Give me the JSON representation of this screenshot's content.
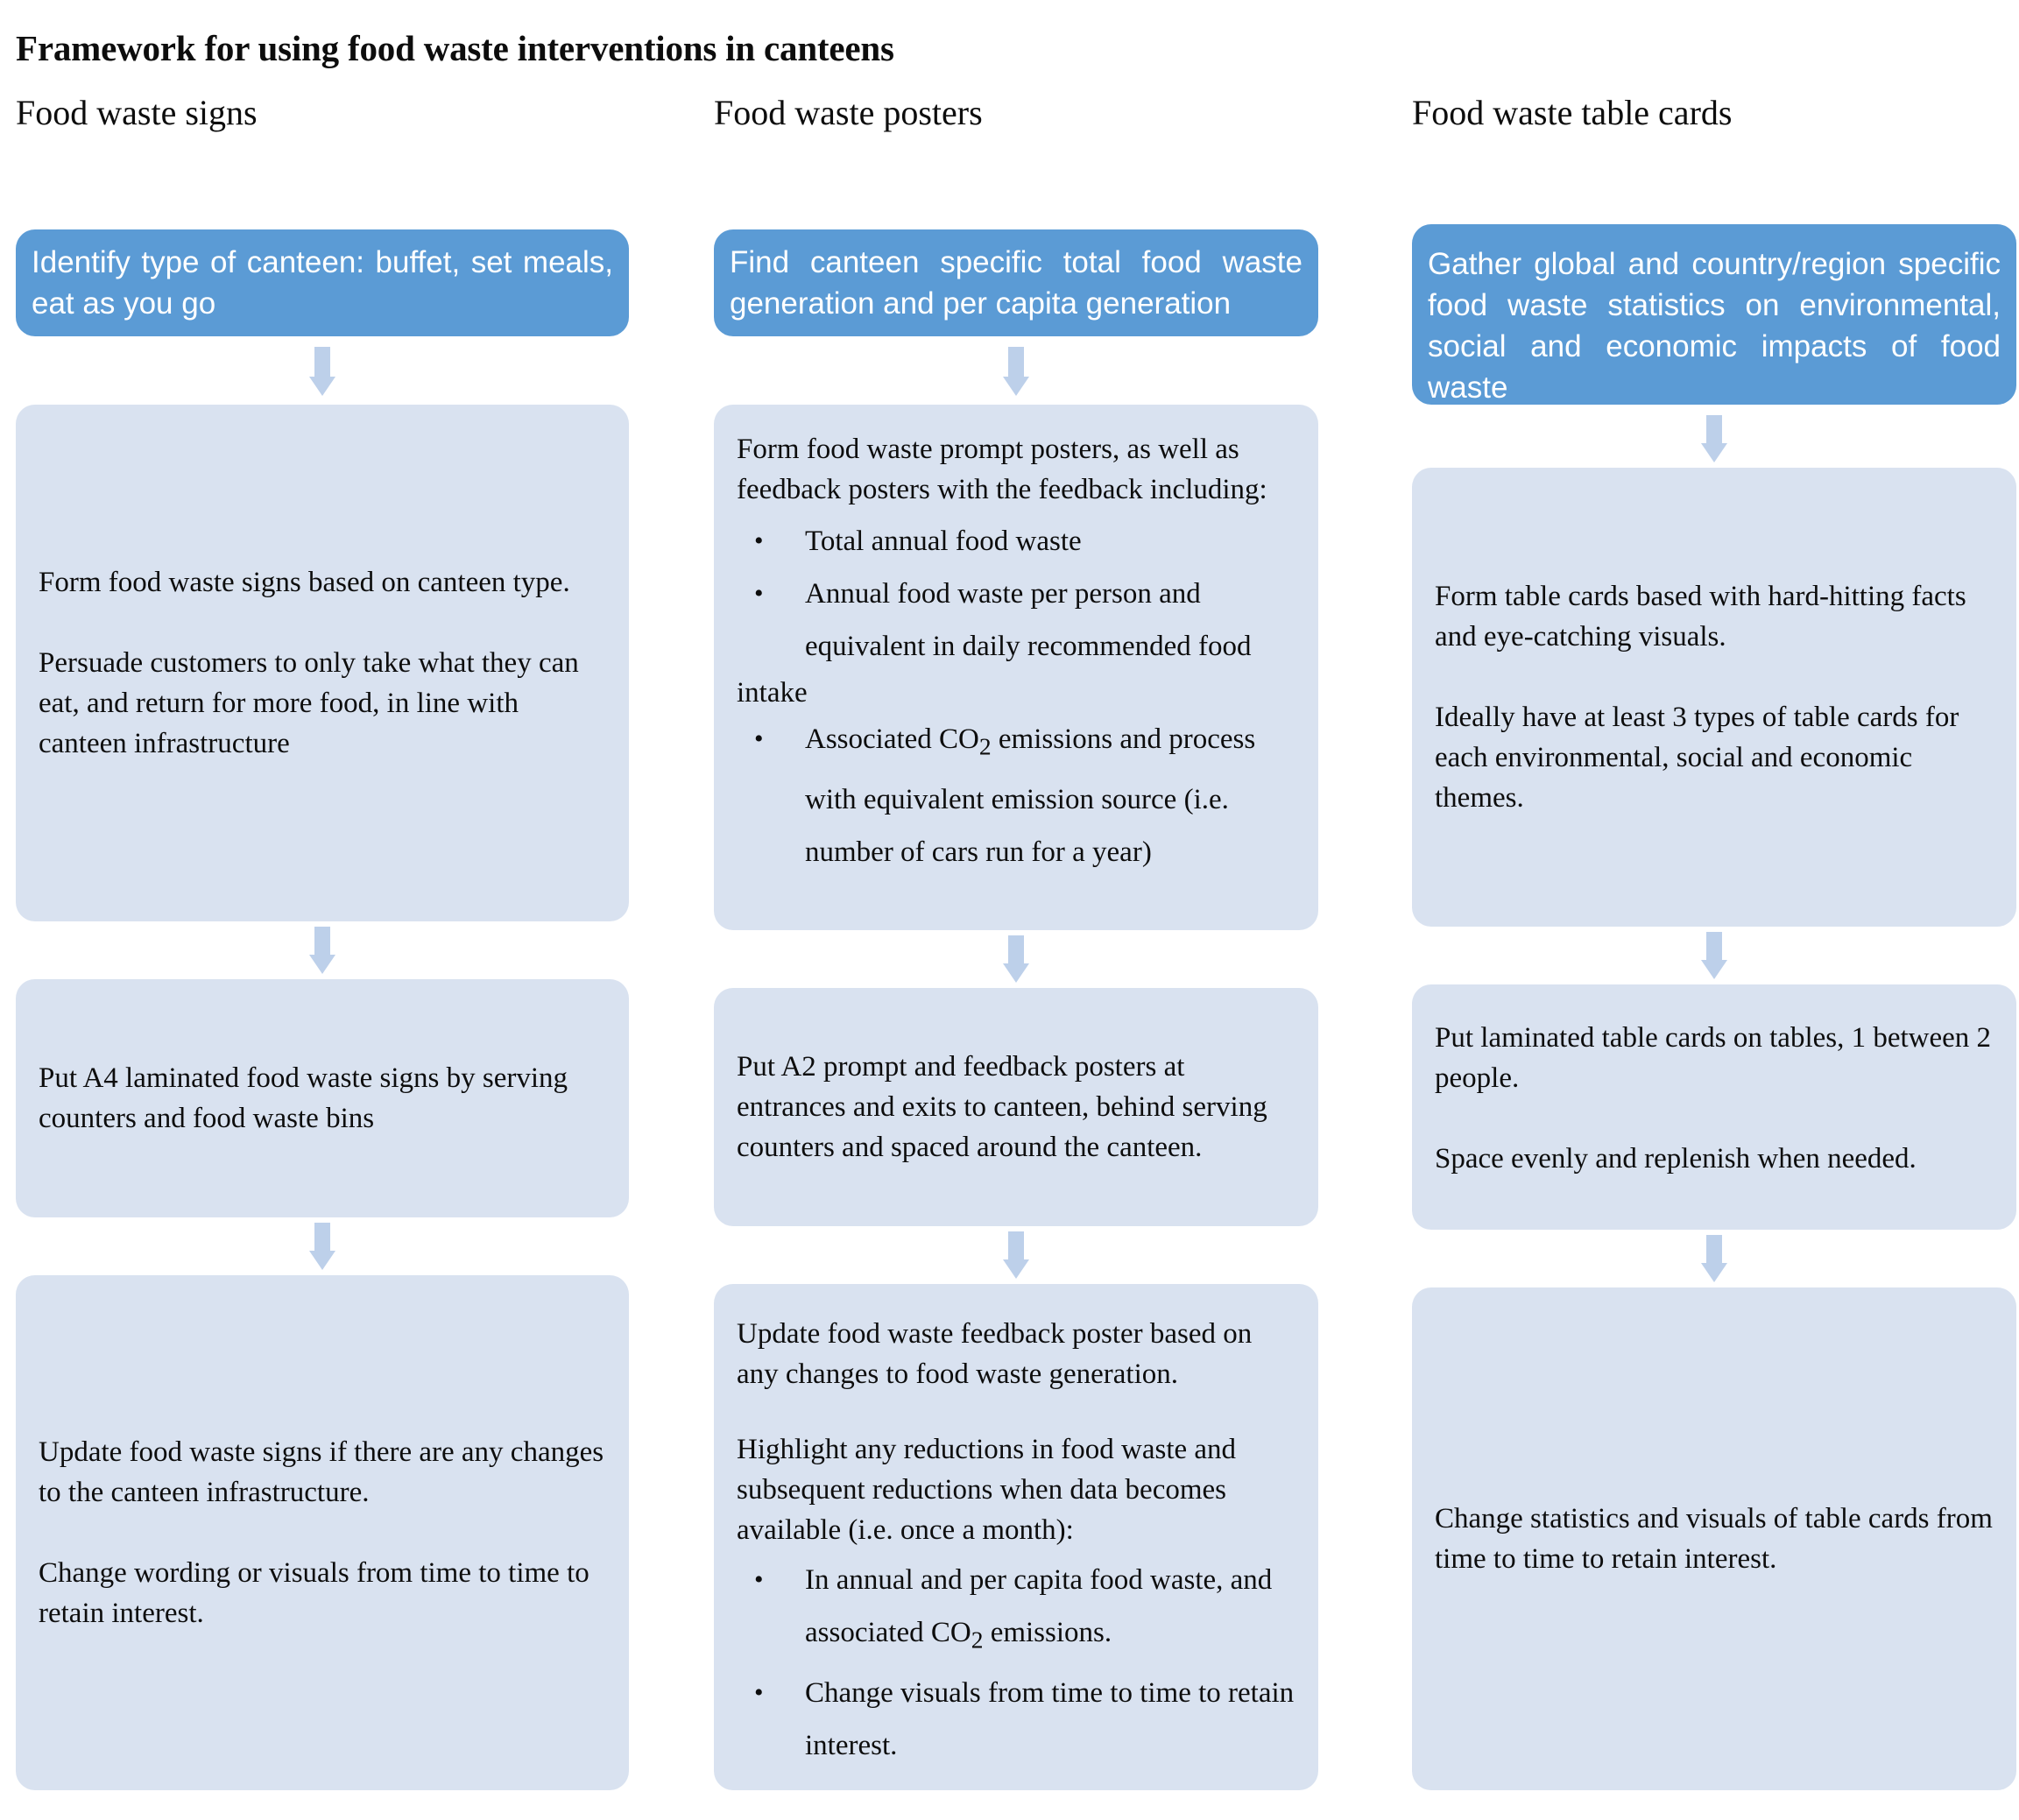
{
  "title": "Framework for using food waste interventions in canteens",
  "colors": {
    "header_box": "#5B9BD5",
    "step_box": "#D9E2F0",
    "arrow": "#BDD0EA",
    "text_dark": "#0d0d0d",
    "text_light": "#ffffff"
  },
  "columns": [
    {
      "heading": "Food waste signs",
      "header_box": "Identify type of canteen: buffet, set meals, eat as you go",
      "steps": [
        {
          "paragraphs": [
            "Form food waste signs based on canteen type.",
            "Persuade customers to only take what they can eat, and return for more food, in line with canteen infrastructure"
          ],
          "bullets": []
        },
        {
          "paragraphs": [
            "Put A4 laminated food waste signs by serving counters and food waste bins"
          ],
          "bullets": []
        },
        {
          "paragraphs": [
            "Update food waste signs if there are any changes to the canteen infrastructure.",
            "Change wording or visuals from time to time to retain interest."
          ],
          "bullets": []
        }
      ]
    },
    {
      "heading": "Food waste posters",
      "header_box": "Find canteen specific total food waste generation and per capita generation",
      "steps": [
        {
          "paragraphs": [
            "Form food waste prompt posters, as well  as feedback posters with the feedback including:"
          ],
          "bullets": [
            "Total annual food waste",
            "Annual food waste per person and equivalent in daily recommended food",
            "Associated CO2 emissions and process with equivalent emission source (i.e. number of cars run for a year)"
          ],
          "runon": "intake"
        },
        {
          "paragraphs": [
            "Put A2 prompt and feedback posters at entrances and exits to canteen, behind serving counters and spaced around the canteen."
          ],
          "bullets": []
        },
        {
          "paragraphs": [
            "Update food waste feedback poster based on any changes to food waste generation.",
            "Highlight any reductions in food waste and subsequent reductions  when data becomes available (i.e. once a month):"
          ],
          "bullets": [
            "In annual and per capita food waste, and associated CO2 emissions.",
            "Change visuals from time to time to retain interest."
          ]
        }
      ]
    },
    {
      "heading": "Food waste table cards",
      "header_box": "Gather global and country/region specific food waste statistics on environmental, social and economic impacts of food waste",
      "steps": [
        {
          "paragraphs": [
            "Form table cards based with hard-hitting facts and eye-catching visuals.",
            "Ideally have at least 3 types of table cards for each environmental, social and economic themes."
          ],
          "bullets": []
        },
        {
          "paragraphs": [
            "Put laminated table cards on tables, 1 between 2 people.",
            "Space evenly and replenish when needed."
          ],
          "bullets": []
        },
        {
          "paragraphs": [
            "Change statistics and visuals of table cards from time to time to retain interest."
          ],
          "bullets": []
        }
      ]
    }
  ],
  "bullet_glyph": "•"
}
